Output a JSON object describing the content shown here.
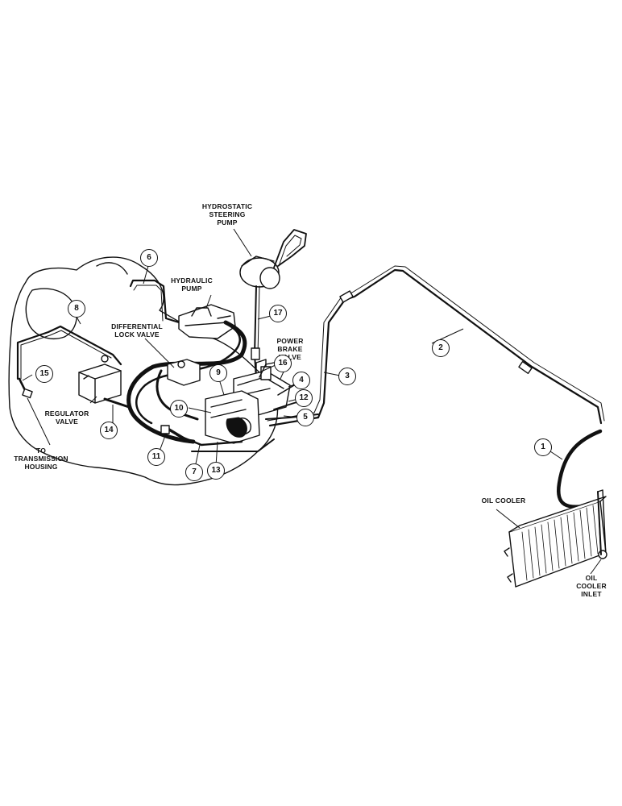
{
  "labels": {
    "hydrostatic_steering_pump": [
      "HYDROSTATIC",
      "STEERING",
      "PUMP"
    ],
    "hydraulic_pump": [
      "HYDRAULIC",
      "PUMP"
    ],
    "differential_lock_valve": [
      "DIFFERENTIAL",
      "LOCK VALVE"
    ],
    "power_brake_valve": [
      "POWER",
      "BRAKE VALVE"
    ],
    "regulator_valve": [
      "REGULATOR",
      "VALVE"
    ],
    "to_transmission_housing": [
      "TO",
      "TRANSMISSION",
      "HOUSING"
    ],
    "oil_cooler": [
      "OIL COOLER"
    ],
    "oil_cooler_inlet": [
      "OIL",
      "COOLER",
      "INLET"
    ]
  },
  "callouts": {
    "n1": "1",
    "n2": "2",
    "n3": "3",
    "n4": "4",
    "n5": "5",
    "n6": "6",
    "n7": "7",
    "n8": "8",
    "n9": "9",
    "n10": "10",
    "n11": "11",
    "n12": "12",
    "n13": "13",
    "n14": "14",
    "n15": "15",
    "n16": "16",
    "n17": "17"
  },
  "colors": {
    "ink": "#111111",
    "paper": "#ffffff"
  }
}
